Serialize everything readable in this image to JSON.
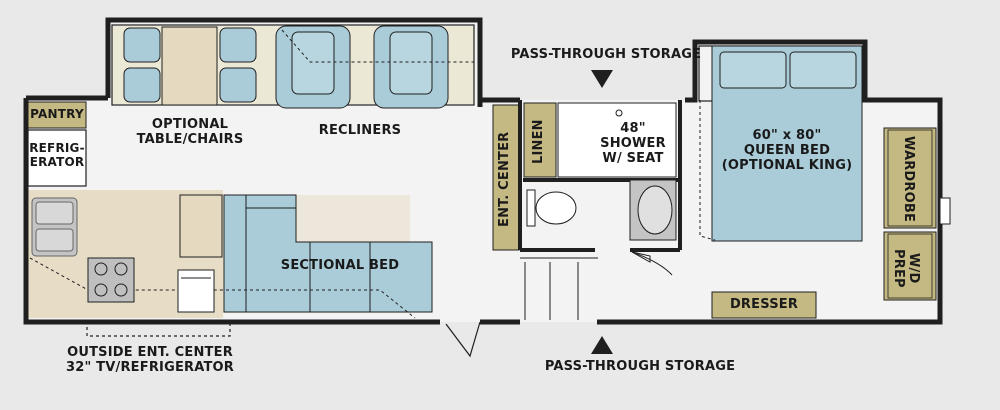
{
  "colors": {
    "floor": "#f3f3f4",
    "wall": "#1f1f1f",
    "furniture": "#a9ccd8",
    "cabinet": "#c5b983",
    "kitchen_floor": "#e7dcc6",
    "dining_floor": "#ece8d6"
  },
  "labels": {
    "pass_through_top": "PASS-THROUGH STORAGE",
    "pass_through_bottom": "PASS-THROUGH STORAGE",
    "pantry": "PANTRY",
    "refrigerator": "REFRIG-\nERATOR",
    "optional_table": "OPTIONAL\nTABLE/CHAIRS",
    "recliners": "RECLINERS",
    "ent_center": "ENT. CENTER",
    "linen": "LINEN",
    "shower": "48\"\nSHOWER\nW/ SEAT",
    "queen_bed": "60\" x 80\"\nQUEEN BED\n(OPTIONAL KING)",
    "wardrobe": "WARDROBE",
    "wd_prep": "W/D\nPREP",
    "sectional_bed": "SECTIONAL BED",
    "dresser": "DRESSER",
    "outside_ent": "OUTSIDE ENT. CENTER\n32\" TV/REFRIGERATOR"
  }
}
